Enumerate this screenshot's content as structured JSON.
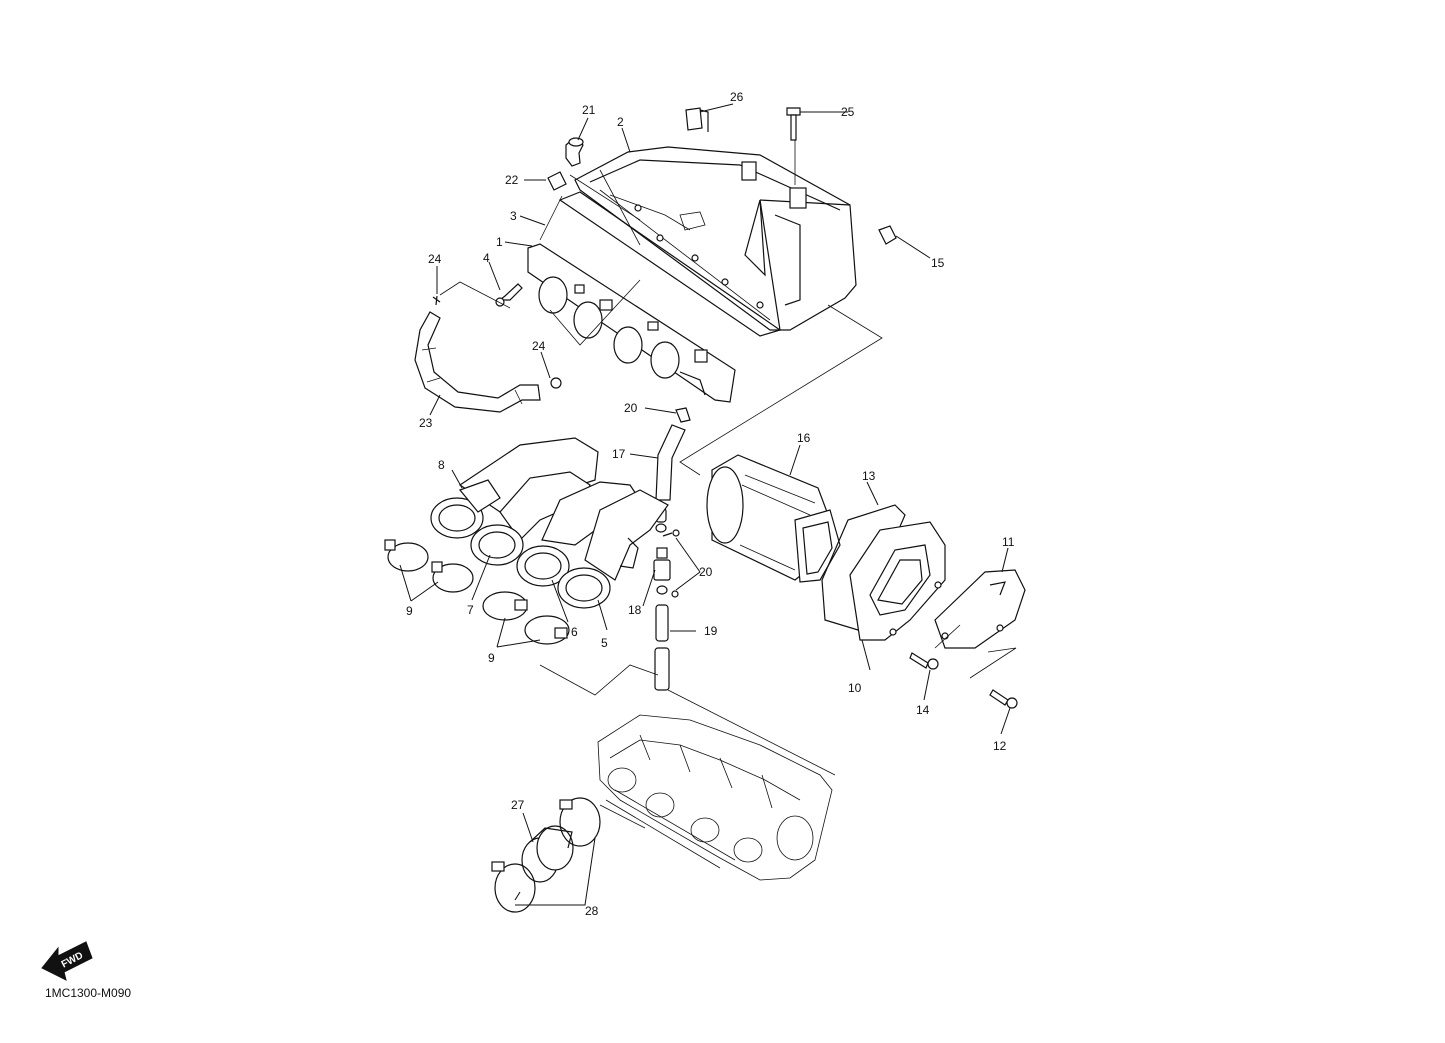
{
  "diagram_code": "1MC1300-M090",
  "fwd_label": "FWD",
  "callouts": [
    "1",
    "2",
    "3",
    "4",
    "5",
    "6",
    "7",
    "8",
    "9",
    "9",
    "10",
    "11",
    "12",
    "13",
    "14",
    "15",
    "16",
    "17",
    "18",
    "19",
    "20",
    "20",
    "21",
    "22",
    "23",
    "24",
    "24",
    "25",
    "26",
    "27",
    "28"
  ]
}
